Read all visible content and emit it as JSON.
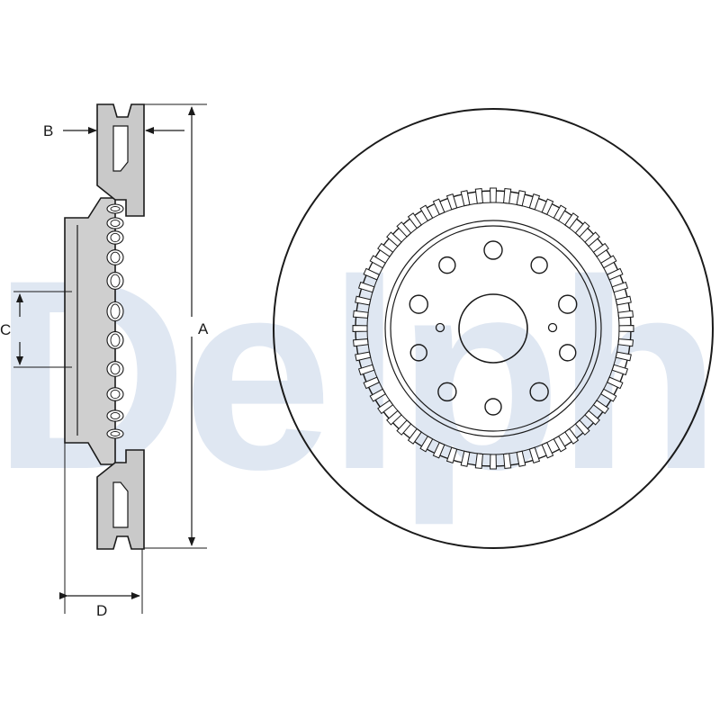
{
  "watermark": "Delphi",
  "dimensions": {
    "a": "A",
    "b": "B",
    "c": "C",
    "d": "D"
  },
  "colors": {
    "line": "#1a1a1a",
    "disc_face": "#c9c9c9",
    "watermark": "#dfe7f2",
    "background": "#ffffff"
  }
}
